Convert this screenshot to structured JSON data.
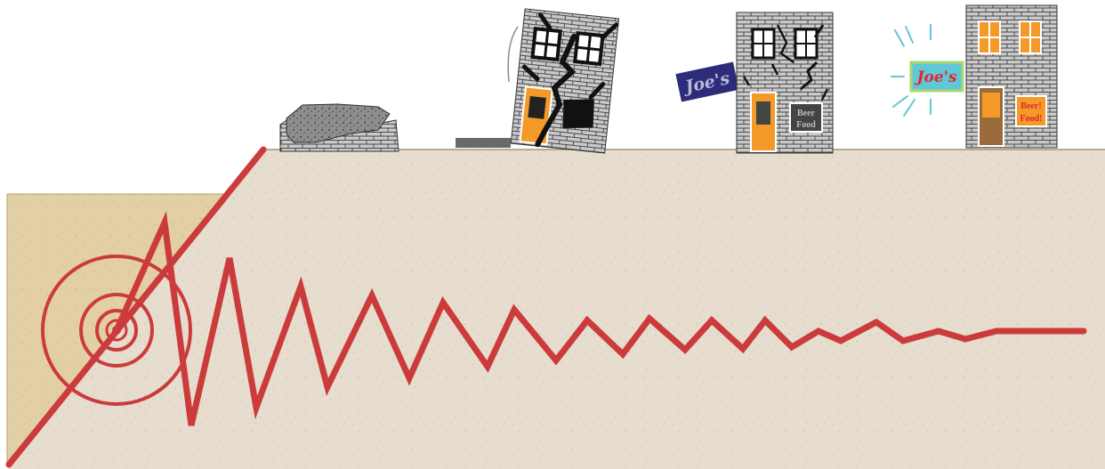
{
  "scene": {
    "description_labels": {
      "sign_fallen": "Joe's",
      "sign_intact": "Joe's",
      "board_damaged_line1": "Beer",
      "board_damaged_line2": "Food",
      "board_intact_line1": "Beer!",
      "board_intact_line2": "Food!"
    },
    "colors": {
      "wave": "#cc3b3b",
      "ground_top": "#e6ddd0",
      "ground_left": "#e3cfa6",
      "brick": "#bdbdbd",
      "door": "#f39a28",
      "door_intact": "#9a6a3b",
      "sign_fallen_bg": "#2d2c7a",
      "sign_intact_bg": "#5fc7d6",
      "sign_intact_text": "#e8232b",
      "rubble": "#8c8c8c"
    }
  }
}
